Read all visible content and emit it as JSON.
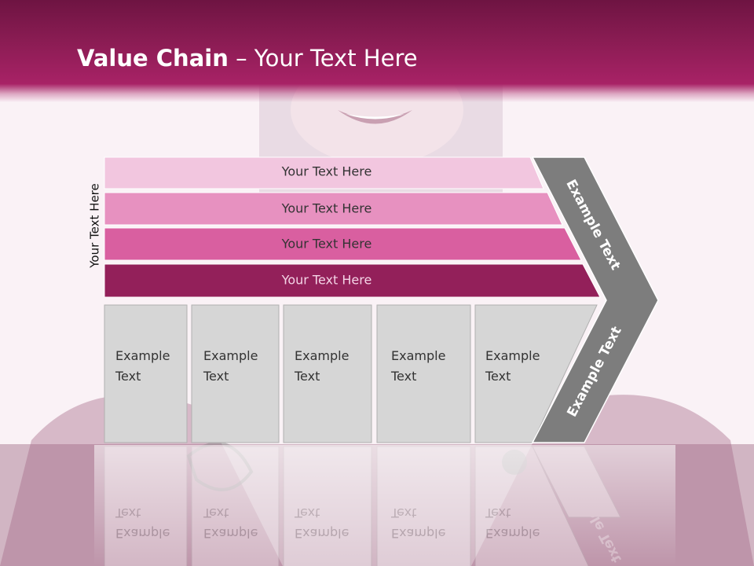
{
  "slide": {
    "title_bold": "Value Chain",
    "title_rest": " – Your Text Here"
  },
  "side_label": "Your Text Here",
  "bars": [
    {
      "label": "Your Text Here",
      "color": "#f2c6df"
    },
    {
      "label": "Your Text Here",
      "color": "#e791c0"
    },
    {
      "label": "Your Text Here",
      "color": "#d95fa0"
    },
    {
      "label": "Your Text Here",
      "color": "#93205a"
    }
  ],
  "boxes": [
    {
      "label": "Example\nText"
    },
    {
      "label": "Example\nText"
    },
    {
      "label": "Example\nText"
    },
    {
      "label": "Example\nText"
    },
    {
      "label": "Example\nText"
    }
  ],
  "arrow": {
    "upper_label": "Example Text",
    "lower_label": "Example Text"
  },
  "colors": {
    "header": "#a82266",
    "box_fill": "#d6d6d6",
    "arrow_fill": "#7d7d7d",
    "text_dark": "#333333"
  }
}
